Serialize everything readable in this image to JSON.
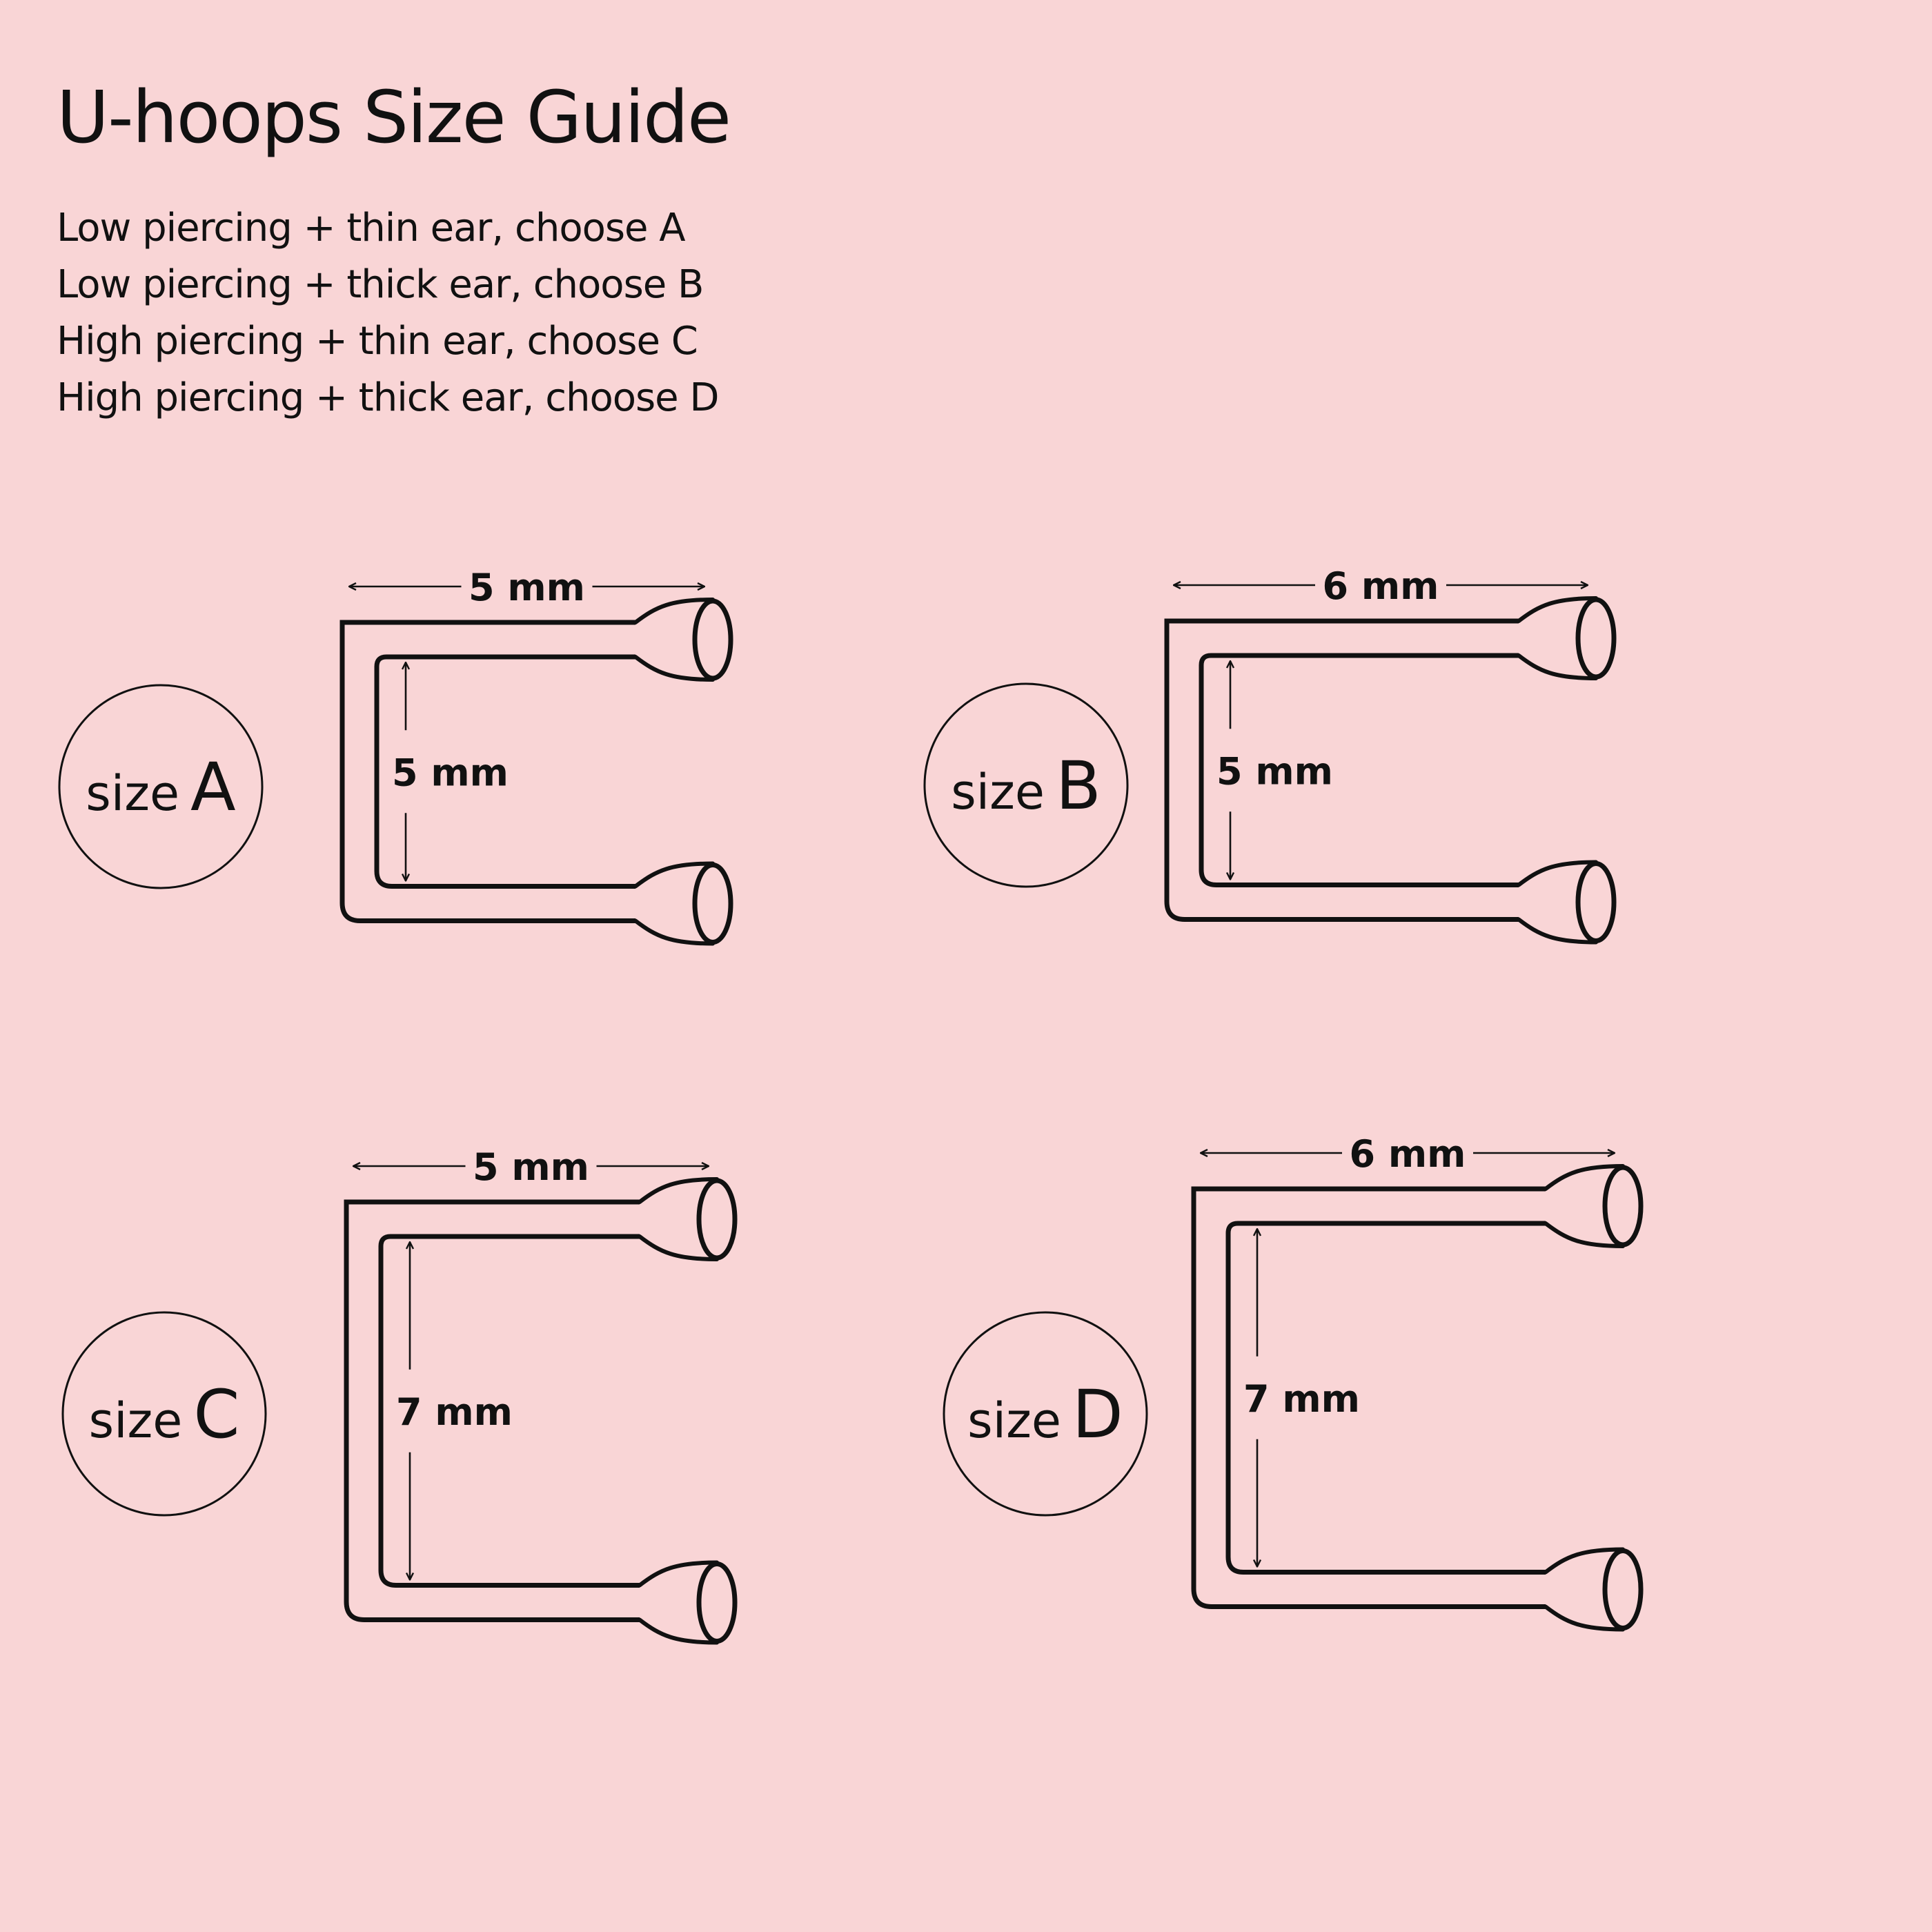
{
  "title": "U-hoops Size Guide",
  "rules": [
    "Low piercing + thin ear, choose A",
    "Low piercing + thick ear, choose B",
    "High piercing + thin ear, choose C",
    "High piercing + thick ear, choose D"
  ],
  "size_word": "size",
  "sizes": [
    {
      "letter": "A",
      "width_label": "5 mm",
      "height_label": "5 mm",
      "width_mm": 5,
      "height_mm": 5
    },
    {
      "letter": "B",
      "width_label": "6 mm",
      "height_label": "5 mm",
      "width_mm": 6,
      "height_mm": 5
    },
    {
      "letter": "C",
      "width_label": "5 mm",
      "height_label": "7 mm",
      "width_mm": 5,
      "height_mm": 7
    },
    {
      "letter": "D",
      "width_label": "6 mm",
      "height_label": "7 mm",
      "width_mm": 6,
      "height_mm": 7
    }
  ],
  "colors": {
    "background": "#f9d5d6",
    "line": "#111111"
  }
}
